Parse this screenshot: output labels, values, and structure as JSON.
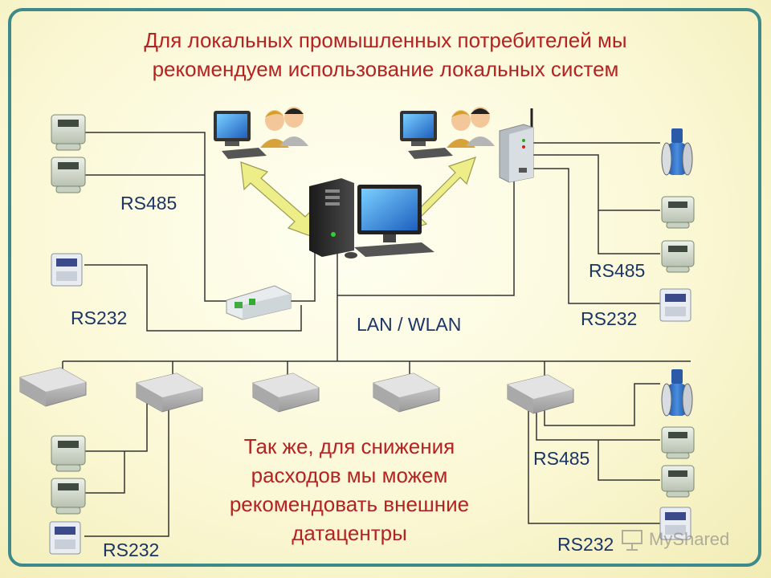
{
  "title": {
    "line1": "Для локальных промышленных потребителей мы",
    "line2": "рекомендуем использование локальных систем"
  },
  "labels": {
    "rs485_left": "RS485",
    "rs232_left": "RS232",
    "lan_wlan": "LAN / WLAN",
    "rs485_right": "RS485",
    "rs232_right": "RS232",
    "rs485_bottom_right": "RS485",
    "rs232_bottom_left": "RS232",
    "rs232_bottom_right": "RS232"
  },
  "note": {
    "line1": "Так же, для снижения",
    "line2": "расходов мы можем",
    "line3": "рекомендовать внешние",
    "line4": "датацентры"
  },
  "watermark": {
    "text": "MyShared"
  },
  "colors": {
    "title": "#b52222",
    "label": "#1a3566",
    "frame": "#3e8a8a",
    "arrow": "#eeee88",
    "line": "#333333"
  },
  "icons": {
    "workstation": "computer-with-users-icon",
    "server": "desktop-server-icon",
    "converter": "rs485-converter-icon",
    "gateway": "wireless-gateway-icon",
    "meter_counter": "electric-meter-icon",
    "meter_display": "digital-meter-icon",
    "flowmeter": "flowmeter-icon",
    "modem": "modem-box-icon"
  }
}
